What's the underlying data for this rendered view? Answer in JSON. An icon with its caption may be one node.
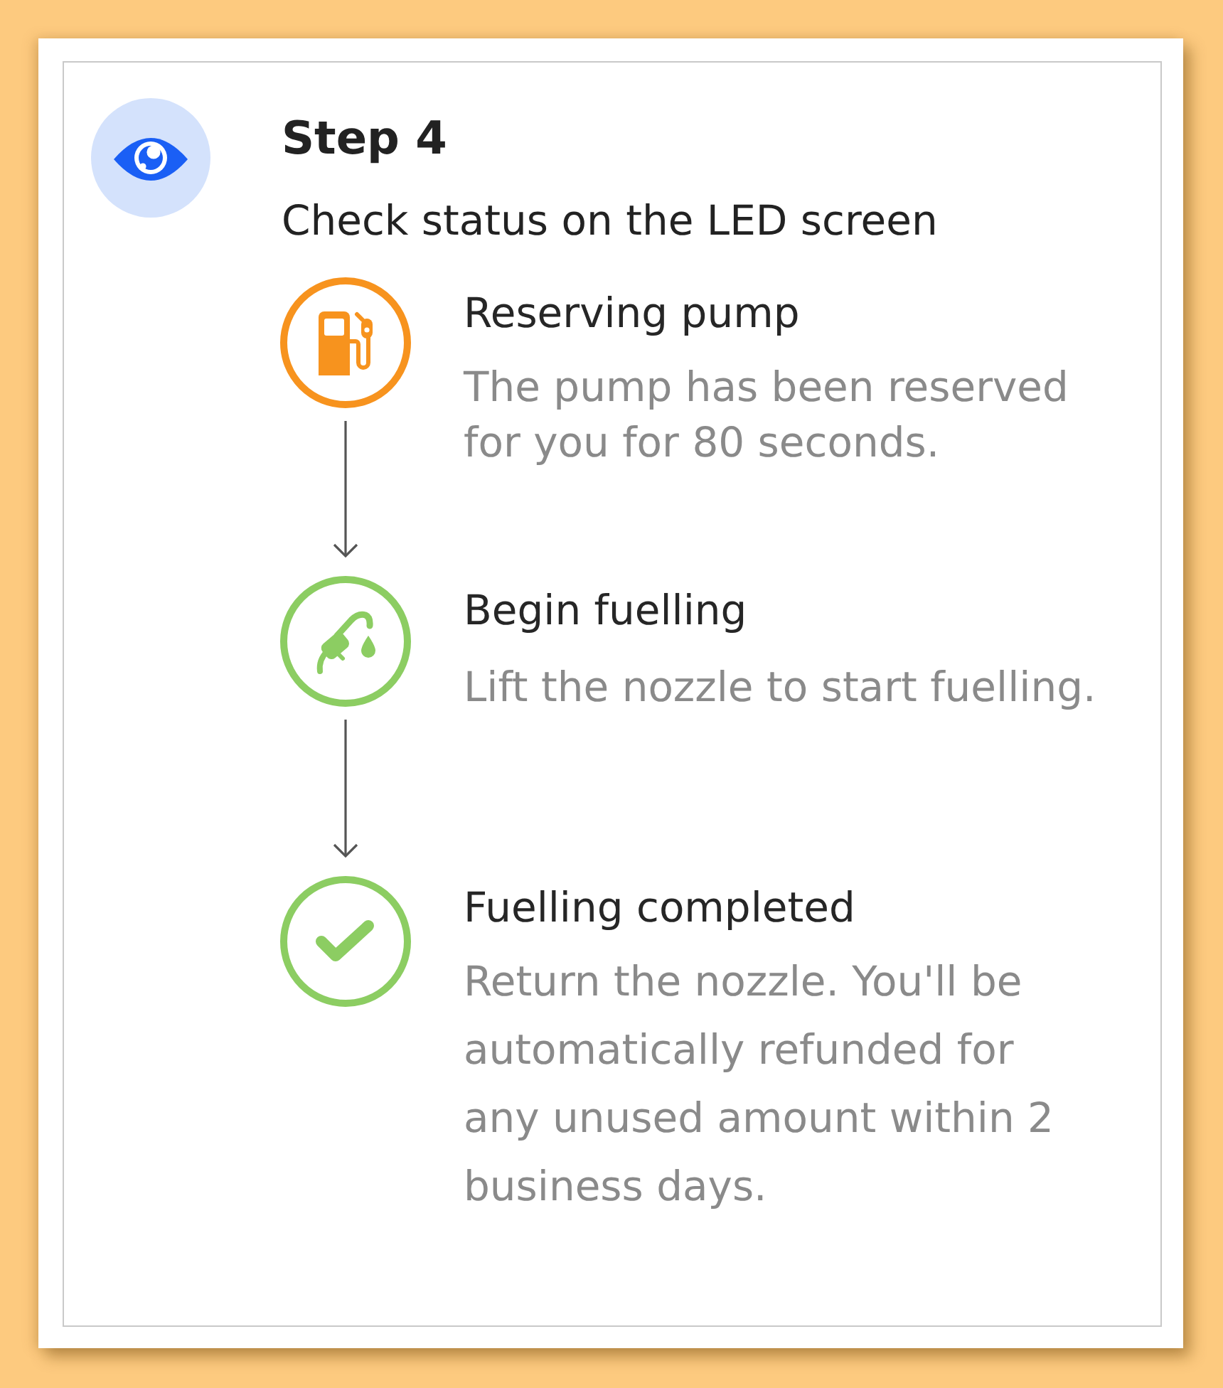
{
  "diagram": {
    "nodes": [
      {
        "text": [
          "Step 4",
          "Check status on the LED screen"
        ]
      },
      {
        "text": [],
        "shape": "circle",
        "in": 0,
        "beside": [
          "Reserving pump",
          "The pump has been reserved for you for 80 seconds."
        ]
      },
      {
        "text": [],
        "shape": "circle",
        "in": 0,
        "beside": [
          "Begin fuelling",
          "Lift the nozzle to start fuelling."
        ]
      },
      {
        "text": [],
        "shape": "circle",
        "in": 0,
        "beside": [
          "Fuelling completed",
          "Return the nozzle. You'll be automatically refunded for any unused amount within 2 business days."
        ]
      }
    ],
    "edges": [
      {
        "from": 1,
        "to": 2,
        "arrow": "to"
      },
      {
        "from": 2,
        "to": 3,
        "arrow": "to"
      }
    ]
  }
}
